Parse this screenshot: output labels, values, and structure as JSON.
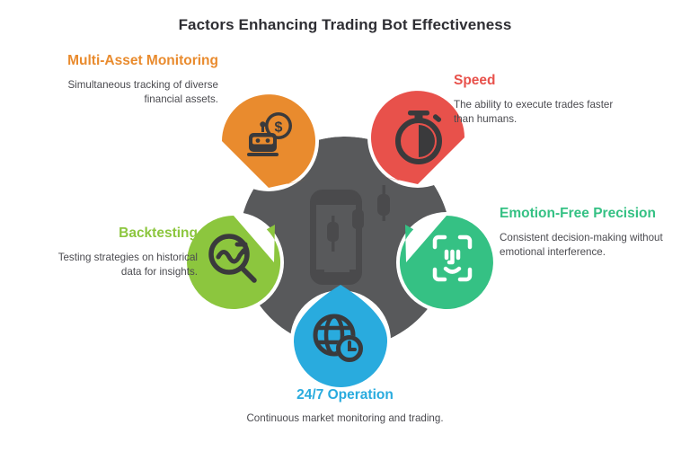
{
  "page": {
    "title": "Factors Enhancing Trading Bot Effectiveness",
    "background_color": "#ffffff"
  },
  "center": {
    "hub_color": "#58595B",
    "icon": "mobile-trading-chart-icon"
  },
  "chart_data": {
    "type": "diagram",
    "layout": "radial-hub-and-spoke",
    "title": "Factors Enhancing Trading Bot Effectiveness",
    "hub": {
      "label": "",
      "color": "#58595B",
      "icon": "mobile-trading-chart-icon"
    },
    "nodes": [
      {
        "id": "multi-asset",
        "title": "Multi-Asset Monitoring",
        "description": "Simultaneous tracking of diverse financial assets.",
        "color": "#E98B2E",
        "icon": "robot-coin-icon",
        "position": "top-left",
        "angle_deg": 234
      },
      {
        "id": "speed",
        "title": "Speed",
        "description": "The ability to execute trades faster than humans.",
        "color": "#E8514B",
        "icon": "stopwatch-icon",
        "position": "top-right",
        "angle_deg": 306
      },
      {
        "id": "emotion-free",
        "title": "Emotion-Free Precision",
        "description": "Consistent decision-making without emotional interference.",
        "color": "#35C184",
        "icon": "face-id-icon",
        "position": "right",
        "angle_deg": 18
      },
      {
        "id": "operation-247",
        "title": "24/7 Operation",
        "description": "Continuous market monitoring and trading.",
        "color": "#29ABDE",
        "icon": "globe-clock-icon",
        "position": "bottom",
        "angle_deg": 90
      },
      {
        "id": "backtesting",
        "title": "Backtesting",
        "description": "Testing strategies on historical data for insights.",
        "color": "#8CC63E",
        "icon": "magnifier-trend-icon",
        "position": "left",
        "angle_deg": 162
      }
    ]
  },
  "nodes": {
    "multi_asset": {
      "title": "Multi-Asset Monitoring",
      "description": "Simultaneous tracking of diverse financial assets.",
      "color": "#E98B2E"
    },
    "speed": {
      "title": "Speed",
      "description": "The ability to execute trades faster than humans.",
      "color": "#E8514B"
    },
    "emotion_free": {
      "title": "Emotion-Free Precision",
      "description": "Consistent decision-making without emotional interference.",
      "color": "#35C184"
    },
    "operation_247": {
      "title": "24/7 Operation",
      "description": "Continuous market monitoring and trading.",
      "color": "#29ABDE"
    },
    "backtesting": {
      "title": "Backtesting",
      "description": "Testing strategies on historical data for insights.",
      "color": "#8CC63E"
    }
  }
}
